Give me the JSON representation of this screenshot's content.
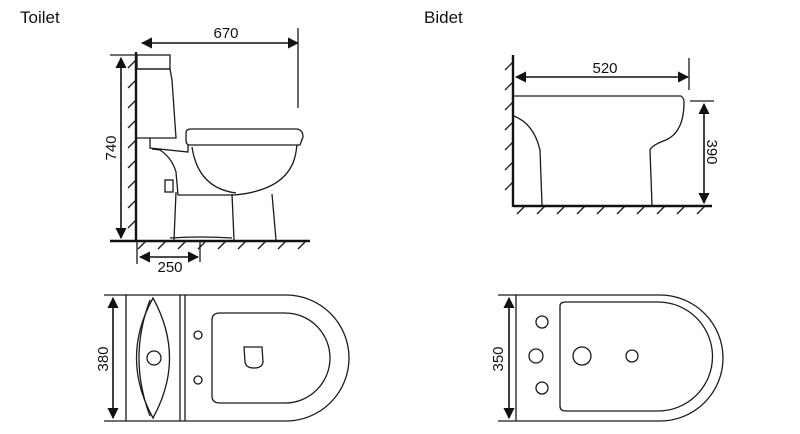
{
  "titles": {
    "toilet": "Toilet",
    "bidet": "Bidet"
  },
  "dimensions": {
    "toilet_depth": "670",
    "toilet_height": "740",
    "toilet_outlet": "250",
    "toilet_width": "380",
    "bidet_depth": "520",
    "bidet_height": "390",
    "bidet_width": "350"
  },
  "colors": {
    "line": "#1a1a1a",
    "background": "#ffffff"
  }
}
